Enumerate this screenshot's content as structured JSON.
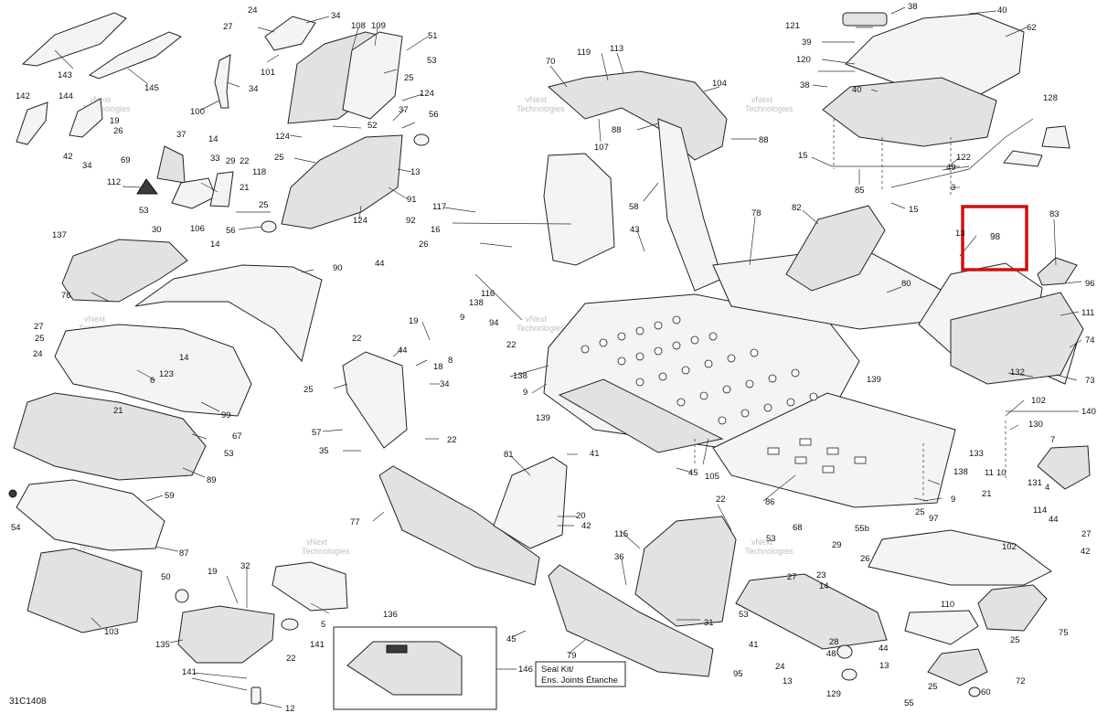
{
  "diagram_code": "31C1408",
  "watermark_line1": "vNext",
  "watermark_line2": "Technologies",
  "seal_kit": {
    "number": "146",
    "line1": "Seal Kit/",
    "line2": "Ens. Joints Étanche"
  },
  "highlight": {
    "part": "98",
    "color": "#d01010"
  },
  "callouts": {
    "c1": "143",
    "c2": "24",
    "c3": "27",
    "c4": "34",
    "c5": "101",
    "c6": "145",
    "c7": "34",
    "c8": "100",
    "c9": "108",
    "c10": "109",
    "c11": "51",
    "c12": "53",
    "c13": "25",
    "c14": "124",
    "c15": "52",
    "c16": "37",
    "c17": "56",
    "c18": "124",
    "c19": "25",
    "c20": "13",
    "c21": "91",
    "c22": "124",
    "c23": "142",
    "c24": "144",
    "c25": "19",
    "c26": "26",
    "c27": "42",
    "c28": "34",
    "c29": "37",
    "c30": "14",
    "c31": "69",
    "c32": "112",
    "c33": "33",
    "c34": "29",
    "c35": "22",
    "c36": "118",
    "c37": "21",
    "c38": "25",
    "c39": "53",
    "c40": "30",
    "c41": "106",
    "c42": "14",
    "c43": "56",
    "c44": "137",
    "c45": "76",
    "c46": "90",
    "c47": "27",
    "c48": "25",
    "c49": "24",
    "c50": "14",
    "c51": "123",
    "c52": "6",
    "c53": "21",
    "c54": "99",
    "c55": "67",
    "c56": "53",
    "c57": "89",
    "c58": "59",
    "c59": "54",
    "c60": "87",
    "c61": "103",
    "c62": "50",
    "c63": "19",
    "c64": "32",
    "c65": "136",
    "c66": "5",
    "c67": "135",
    "c68": "22",
    "c69": "141",
    "c70": "141",
    "c71": "12",
    "c72": "70",
    "c73": "119",
    "c74": "113",
    "c75": "107",
    "c76": "88",
    "c77": "104",
    "c78": "88",
    "c79": "117",
    "c80": "92",
    "c81": "16",
    "c82": "26",
    "c83": "44",
    "c84": "138",
    "c85": "116",
    "c86": "9",
    "c87": "19",
    "c88": "8",
    "c89": "94",
    "c90": "22",
    "c91": "43",
    "c92": "58",
    "c93": "78",
    "c94": "82",
    "c95": "22",
    "c96": "44",
    "c97": "18",
    "c98": "34",
    "c99": "25",
    "c100": "57",
    "c101": "35",
    "c102": "22",
    "c103": "138",
    "c104": "9",
    "c105": "139",
    "c106": "139",
    "c107": "81",
    "c108": "41",
    "c109": "45",
    "c110": "105",
    "c111": "20",
    "c112": "42",
    "c113": "77",
    "c114": "22",
    "c115": "115",
    "c116": "36",
    "c117": "31",
    "c118": "45",
    "c119": "79",
    "c120": "86",
    "c121": "121",
    "c122": "39",
    "c123": "120",
    "c124": "38",
    "c125": "38",
    "c126": "40",
    "c127": "40",
    "c128": "62",
    "c129": "128",
    "c130": "15",
    "c131": "85",
    "c132": "122",
    "c133": "49",
    "c134": "3",
    "c135": "15",
    "c136": "13",
    "c137": "98",
    "c138": "83",
    "c139": "80",
    "c140": "96",
    "c141": "111",
    "c142": "74",
    "c143": "132",
    "c144": "73",
    "c145": "102",
    "c146": "140",
    "c147": "130",
    "c148": "7",
    "c149": "133",
    "c150": "11",
    "c151": "10",
    "c152": "131",
    "c153": "4",
    "c154": "21",
    "c155": "114",
    "c156": "44",
    "c157": "138",
    "c158": "9",
    "c159": "25",
    "c160": "97",
    "c161": "55b",
    "c162": "102",
    "c163": "27",
    "c164": "42",
    "c165": "53",
    "c166": "68",
    "c167": "27",
    "c168": "29",
    "c169": "26",
    "c170": "23",
    "c171": "14",
    "c172": "110",
    "c173": "75",
    "c174": "53",
    "c175": "41",
    "c176": "24",
    "c177": "95",
    "c178": "13",
    "c179": "28",
    "c180": "129",
    "c181": "44",
    "c182": "13",
    "c183": "25",
    "c184": "25",
    "c185": "72",
    "c186": "55",
    "c187": "60",
    "c188": "48"
  }
}
